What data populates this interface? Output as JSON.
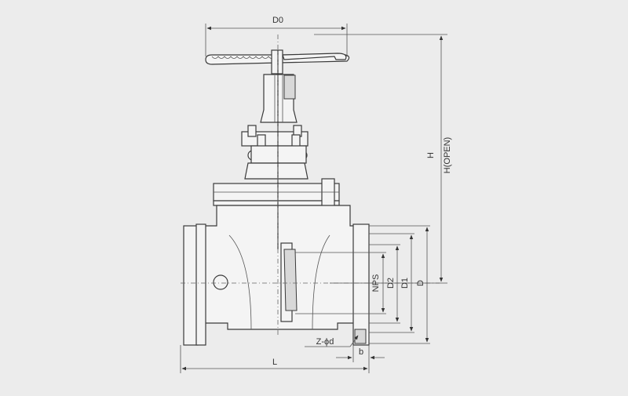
{
  "diagram": {
    "labels": {
      "d0": "D0",
      "h": "H",
      "h_open": "H(OPEN)",
      "nps": "NPS",
      "d2": "D2",
      "d1": "D1",
      "d": "D",
      "z_phi_d": "Z-ϕd",
      "l": "L",
      "b": "b"
    },
    "colors": {
      "background": "#ececec",
      "line": "#3a3a3a"
    }
  }
}
